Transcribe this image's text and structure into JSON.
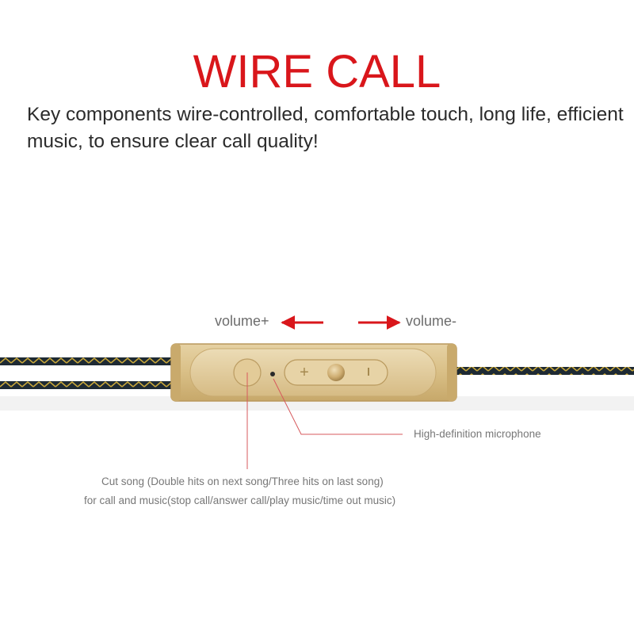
{
  "heading": {
    "title": "WIRE CALL",
    "subtitle": "Key components wire-controlled, comfortable touch, long life, efficient music, to ensure clear call quality!"
  },
  "controller": {
    "volume_up_label": "volume+",
    "volume_down_label": "volume-",
    "plus_symbol": "+",
    "minus_symbol": "—",
    "microphone_label": "High-definition microphone",
    "button_note_line1": "Cut song (Double hits on next song/Three hits on last song)",
    "button_note_line2": "for call and music(stop call/answer call/play music/time out  music)"
  },
  "colors": {
    "accent": "#d9161b",
    "gold": "#d8bc82",
    "cable_dark": "#1e2a33",
    "cable_stripe": "#c9a83a",
    "annotation_line": "#d7595c"
  }
}
